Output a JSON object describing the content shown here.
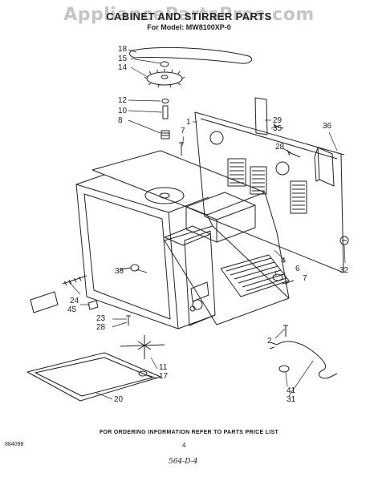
{
  "watermark": "AppliancePartsPros.com",
  "title": "CABINET AND STIRRER PARTS",
  "subtitle": "For Model: MW8100XP-0",
  "callouts": {
    "c1": "1",
    "c2": "2",
    "c4": "4",
    "c6": "6",
    "c7a": "7",
    "c7b": "7",
    "c8": "8",
    "c10": "10",
    "c11": "11",
    "c12": "12",
    "c14": "14",
    "c15": "15",
    "c17": "17",
    "c18": "18",
    "c20": "20",
    "c23": "23",
    "c24": "24",
    "c28a": "28",
    "c28b": "28",
    "c29": "29",
    "c31": "31",
    "c32": "32",
    "c35": "35",
    "c36": "36",
    "c38": "38",
    "c41": "41",
    "c45": "45"
  },
  "footer_note": "FOR ORDERING INFORMATION REFER TO PARTS PRICE LIST",
  "page_number": "4",
  "doc_number": "884098",
  "handwritten_note": "564-D-4"
}
